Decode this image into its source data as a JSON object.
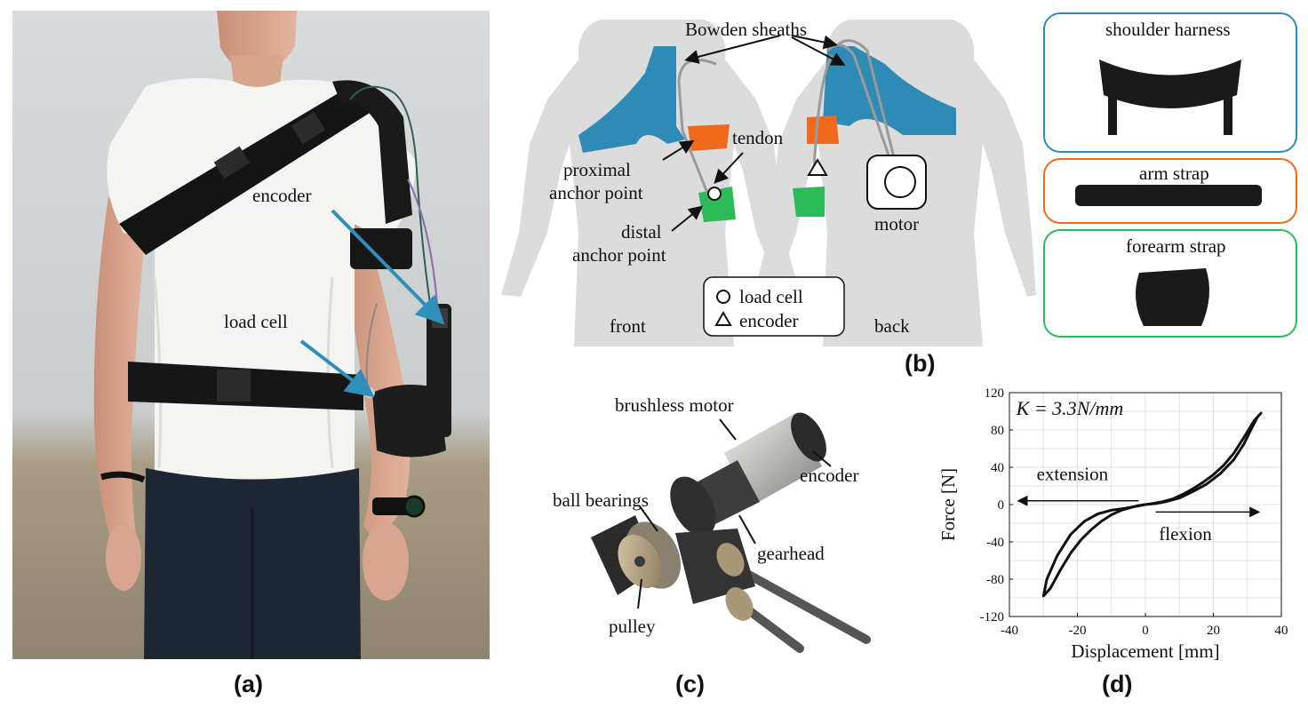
{
  "panel_a": {
    "label": "(a)",
    "callouts": {
      "encoder": "encoder",
      "load_cell": "load cell"
    }
  },
  "panel_b": {
    "label": "(b)",
    "labels": {
      "bowden": "Bowden sheaths",
      "tendon": "tendon",
      "proximal_1": "proximal",
      "proximal_2": "anchor point",
      "distal_1": "distal",
      "distal_2": "anchor point",
      "motor": "motor",
      "front": "front",
      "back": "back"
    },
    "legend": {
      "load_cell": "load cell",
      "encoder": "encoder"
    },
    "components": {
      "shoulder_harness": "shoulder harness",
      "arm_strap": "arm strap",
      "forearm_strap": "forearm strap"
    },
    "colors": {
      "harness": "#2e8bb5",
      "arm": "#f06a1d",
      "forearm": "#2dbb5a"
    }
  },
  "panel_c": {
    "label": "(c)",
    "labels": {
      "brushless_motor": "brushless motor",
      "encoder": "encoder",
      "ball_bearings": "ball bearings",
      "gearhead": "gearhead",
      "pulley": "pulley"
    }
  },
  "panel_d": {
    "label": "(d)",
    "stiffness": "K = 3.3N/mm",
    "extension": "extension",
    "flexion": "flexion",
    "chart_data": {
      "type": "line",
      "xlabel": "Displacement [mm]",
      "ylabel": "Force [N]",
      "xlim": [
        -40,
        40
      ],
      "ylim": [
        -120,
        120
      ],
      "xticks": [
        -40,
        -20,
        0,
        20,
        40
      ],
      "yticks": [
        -120,
        -80,
        -40,
        0,
        40,
        80,
        120
      ],
      "grid": true,
      "series": [
        {
          "x": [
            0,
            3,
            6,
            10,
            14,
            18,
            22,
            26,
            29,
            31,
            33,
            34,
            32,
            29,
            26,
            23,
            20,
            17,
            14,
            11,
            8,
            5,
            2,
            0
          ],
          "y": [
            0,
            1,
            3,
            7,
            14,
            22,
            33,
            48,
            65,
            80,
            94,
            98,
            90,
            72,
            55,
            42,
            32,
            24,
            17,
            11,
            6,
            3,
            1,
            0
          ]
        },
        {
          "x": [
            0,
            -3,
            -6,
            -10,
            -14,
            -18,
            -22,
            -26,
            -29,
            -30,
            -28,
            -25,
            -22,
            -19,
            -16,
            -13,
            -10,
            -7,
            -4,
            -2,
            0
          ],
          "y": [
            0,
            -2,
            -4,
            -6,
            -10,
            -18,
            -32,
            -55,
            -80,
            -98,
            -90,
            -70,
            -52,
            -38,
            -27,
            -18,
            -11,
            -6,
            -3,
            -1,
            0
          ]
        }
      ]
    }
  }
}
